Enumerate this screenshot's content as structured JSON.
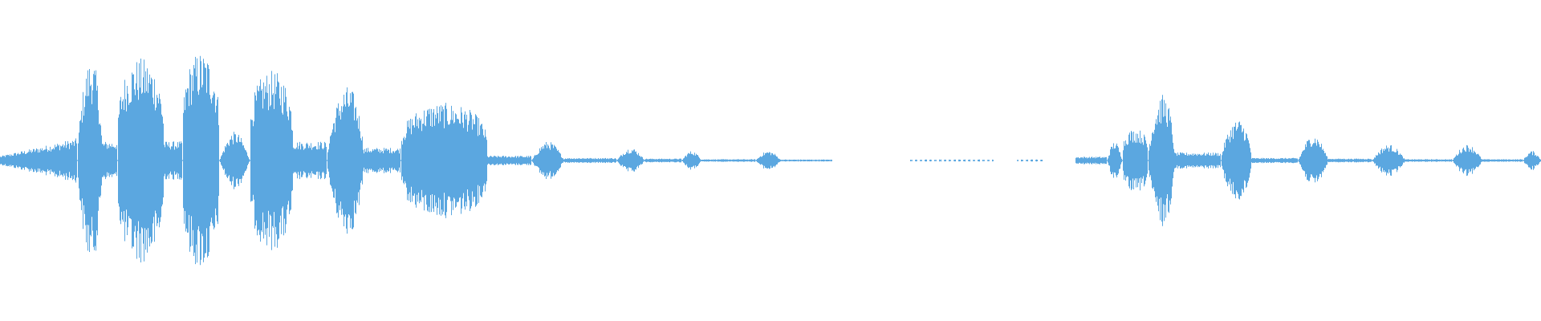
{
  "waveform": {
    "color": "#5ba7e0",
    "background": "#ffffff",
    "duration_px_note": "",
    "segments": [
      {
        "start": 0.0,
        "end": 0.05,
        "amp": 0.07,
        "shape": "ramp"
      },
      {
        "start": 0.05,
        "end": 0.066,
        "amp": 0.37,
        "shape": "peak"
      },
      {
        "start": 0.066,
        "end": 0.076,
        "amp": 0.06,
        "shape": "flat"
      },
      {
        "start": 0.076,
        "end": 0.106,
        "amp": 0.32,
        "shape": "plateau"
      },
      {
        "start": 0.106,
        "end": 0.118,
        "amp": 0.06,
        "shape": "flat"
      },
      {
        "start": 0.118,
        "end": 0.142,
        "amp": 0.34,
        "shape": "plateau"
      },
      {
        "start": 0.142,
        "end": 0.162,
        "amp": 0.09,
        "shape": "bump"
      },
      {
        "start": 0.162,
        "end": 0.19,
        "amp": 0.28,
        "shape": "plateau"
      },
      {
        "start": 0.19,
        "end": 0.212,
        "amp": 0.06,
        "shape": "flat"
      },
      {
        "start": 0.212,
        "end": 0.236,
        "amp": 0.27,
        "shape": "peak"
      },
      {
        "start": 0.236,
        "end": 0.26,
        "amp": 0.04,
        "shape": "flat"
      },
      {
        "start": 0.26,
        "end": 0.316,
        "amp": 0.18,
        "shape": "plateau"
      },
      {
        "start": 0.316,
        "end": 0.345,
        "amp": 0.015,
        "shape": "flat"
      },
      {
        "start": 0.345,
        "end": 0.366,
        "amp": 0.06,
        "shape": "bump"
      },
      {
        "start": 0.366,
        "end": 0.4,
        "amp": 0.008,
        "shape": "flat"
      },
      {
        "start": 0.4,
        "end": 0.418,
        "amp": 0.04,
        "shape": "bump"
      },
      {
        "start": 0.418,
        "end": 0.442,
        "amp": 0.006,
        "shape": "flat"
      },
      {
        "start": 0.442,
        "end": 0.455,
        "amp": 0.03,
        "shape": "bump"
      },
      {
        "start": 0.455,
        "end": 0.49,
        "amp": 0.004,
        "shape": "flat"
      },
      {
        "start": 0.49,
        "end": 0.507,
        "amp": 0.03,
        "shape": "bump"
      },
      {
        "start": 0.507,
        "end": 0.54,
        "amp": 0.003,
        "shape": "flat"
      },
      {
        "start": 0.59,
        "end": 0.645,
        "amp": 0.003,
        "shape": "dots"
      },
      {
        "start": 0.66,
        "end": 0.678,
        "amp": 0.003,
        "shape": "dots"
      },
      {
        "start": 0.698,
        "end": 0.718,
        "amp": 0.012,
        "shape": "flat"
      },
      {
        "start": 0.718,
        "end": 0.728,
        "amp": 0.06,
        "shape": "bump"
      },
      {
        "start": 0.728,
        "end": 0.745,
        "amp": 0.1,
        "shape": "plateau"
      },
      {
        "start": 0.745,
        "end": 0.762,
        "amp": 0.24,
        "shape": "peak"
      },
      {
        "start": 0.762,
        "end": 0.792,
        "amp": 0.025,
        "shape": "flat"
      },
      {
        "start": 0.792,
        "end": 0.812,
        "amp": 0.15,
        "shape": "peak"
      },
      {
        "start": 0.812,
        "end": 0.842,
        "amp": 0.008,
        "shape": "flat"
      },
      {
        "start": 0.842,
        "end": 0.862,
        "amp": 0.08,
        "shape": "bump"
      },
      {
        "start": 0.862,
        "end": 0.89,
        "amp": 0.006,
        "shape": "flat"
      },
      {
        "start": 0.89,
        "end": 0.912,
        "amp": 0.05,
        "shape": "bump"
      },
      {
        "start": 0.912,
        "end": 0.942,
        "amp": 0.004,
        "shape": "flat"
      },
      {
        "start": 0.942,
        "end": 0.962,
        "amp": 0.05,
        "shape": "bump"
      },
      {
        "start": 0.962,
        "end": 0.988,
        "amp": 0.004,
        "shape": "flat"
      },
      {
        "start": 0.988,
        "end": 1.0,
        "amp": 0.03,
        "shape": "bump"
      }
    ]
  }
}
